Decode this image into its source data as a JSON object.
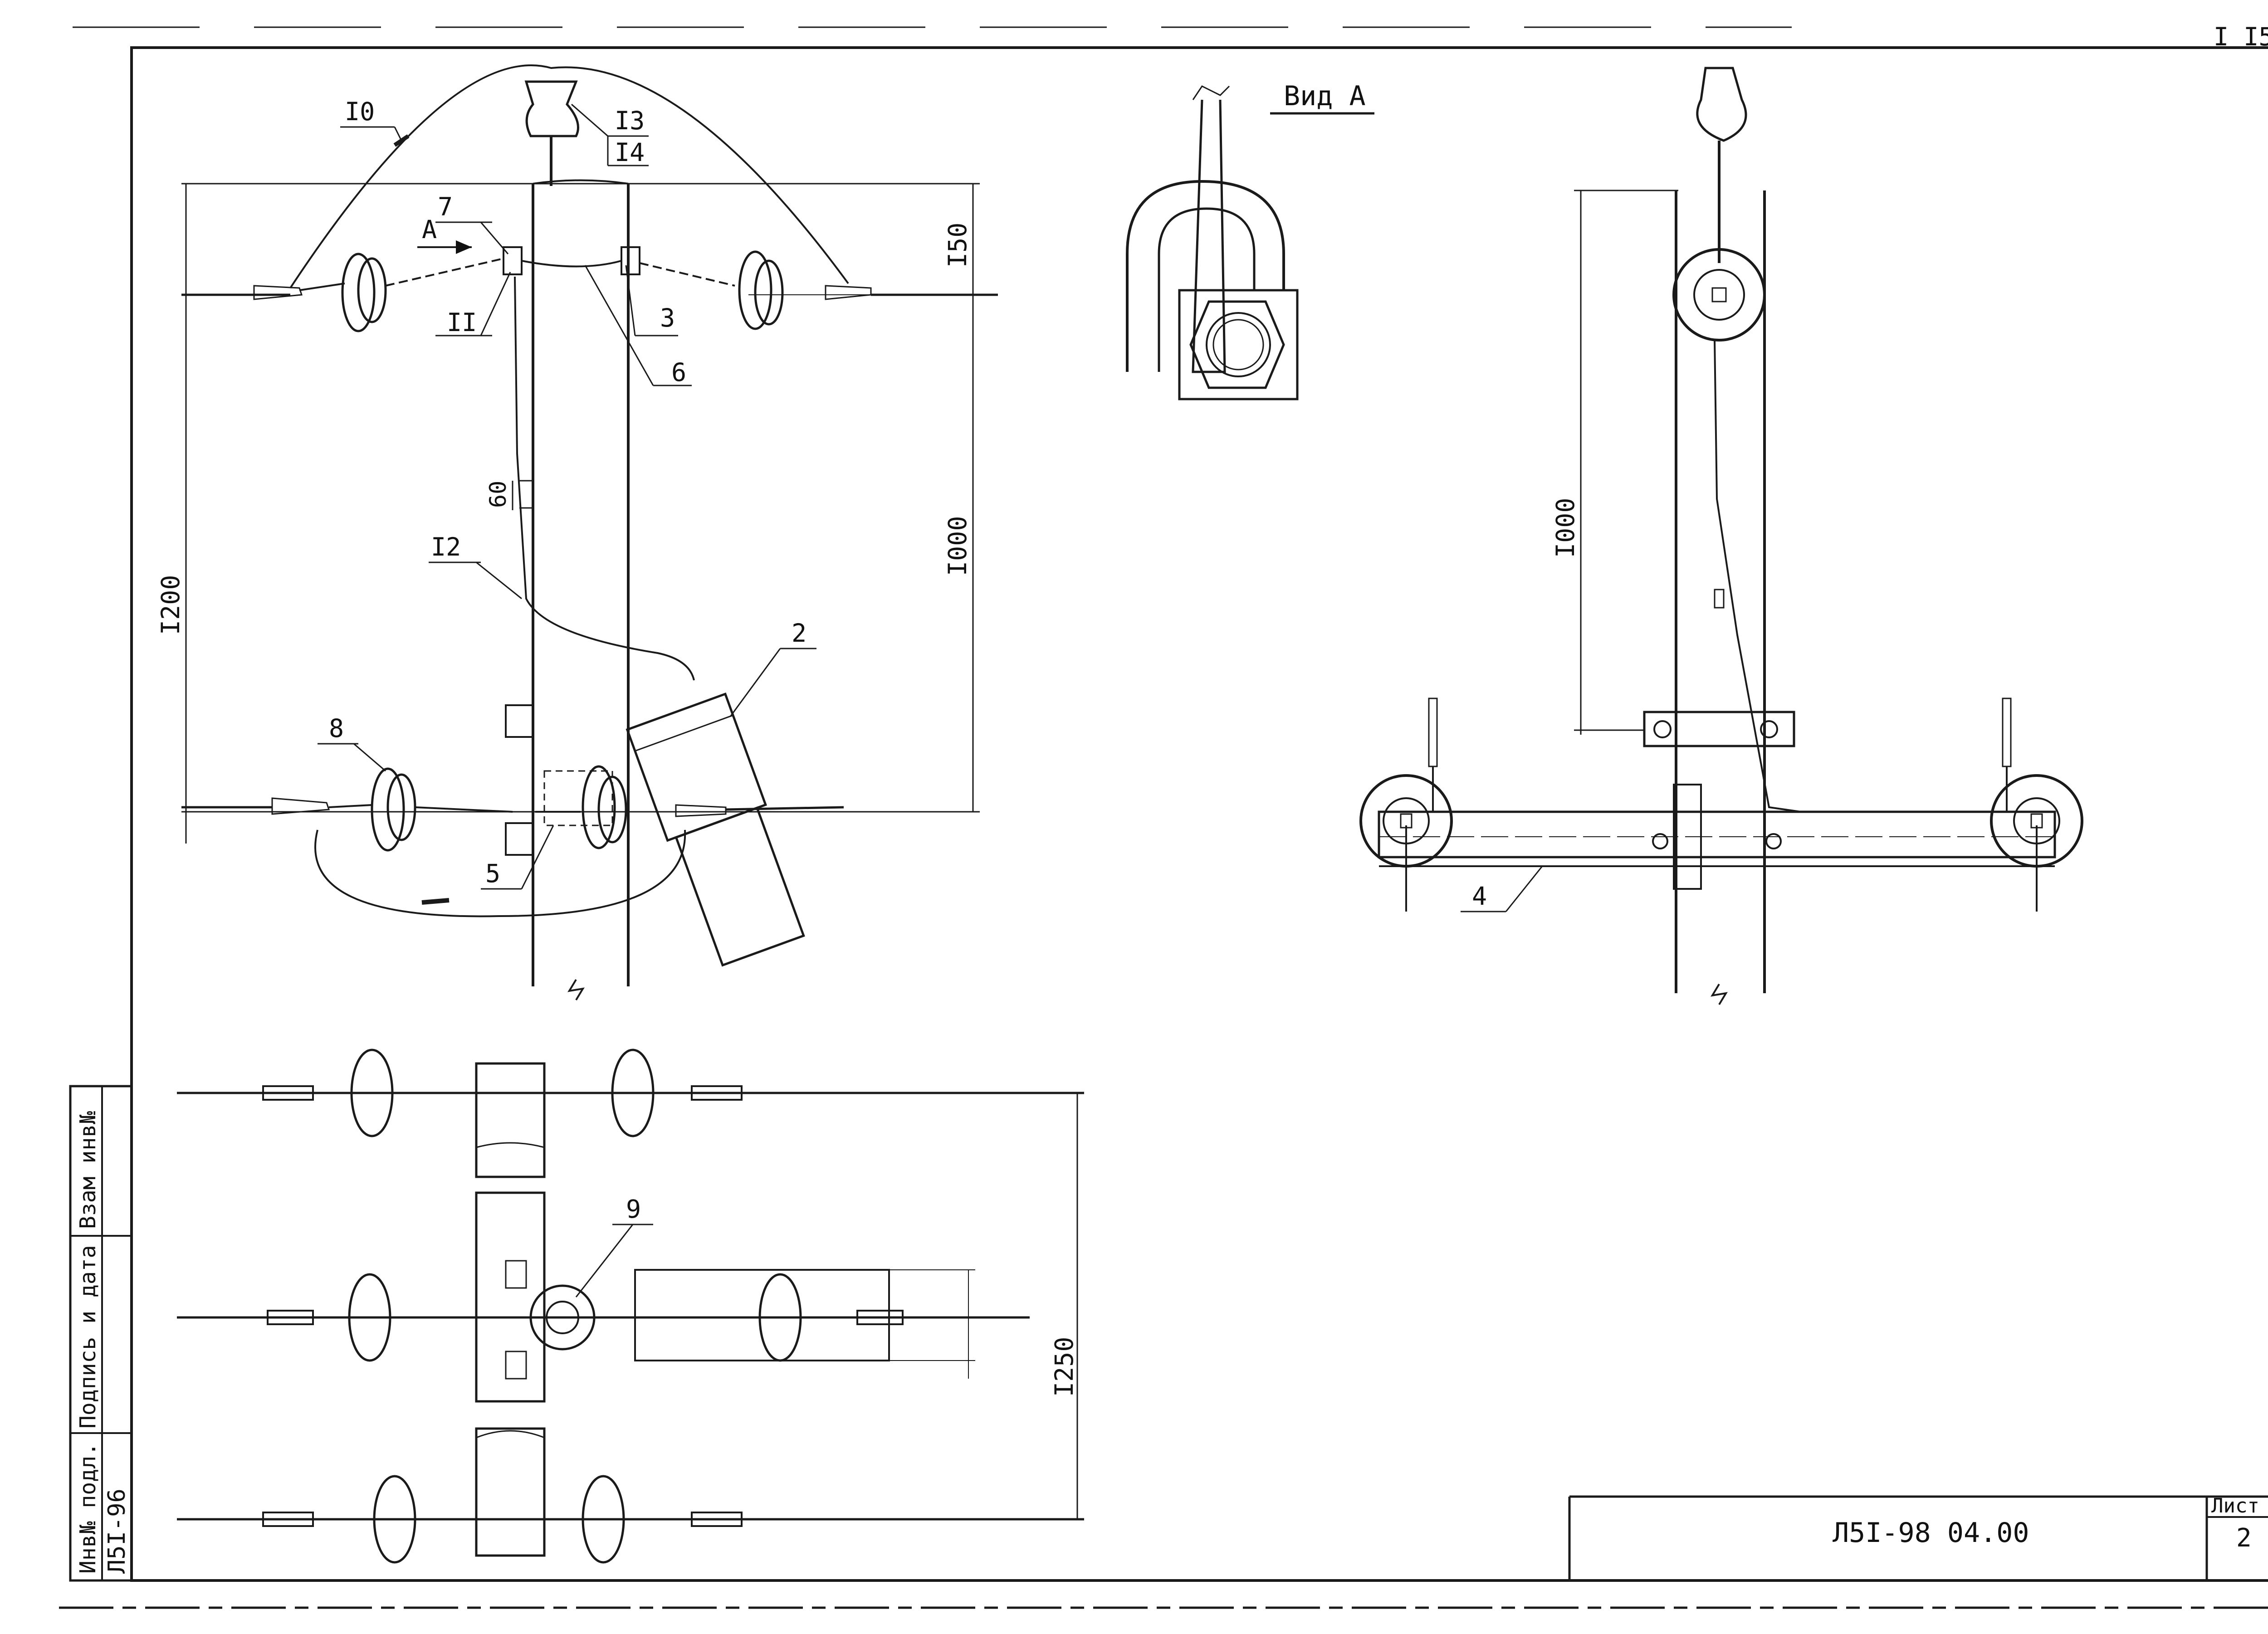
{
  "stamp": {
    "designation": "Л5I-98 04.00",
    "sheet_label": "Лист",
    "sheet_no": "2"
  },
  "corner_mark": "I I5",
  "left_strip": {
    "inv_podl_label": "Инв№ подл.",
    "podpis_label": "Подпись и дата",
    "vzam_label": "Взам инв№",
    "inv_value": "Л5I-96"
  },
  "view_a_title": "Вид А",
  "arrow_label": "А",
  "callouts": [
    "I0",
    "I3",
    "I4",
    "7",
    "II",
    "3",
    "6",
    "I2",
    "2",
    "8",
    "5",
    "4",
    "9"
  ],
  "dimensions": {
    "d150": "I50",
    "d60": "60",
    "d1000_left": "I000",
    "d1200": "I200",
    "d1000_right": "I000",
    "d1250": "I250"
  }
}
